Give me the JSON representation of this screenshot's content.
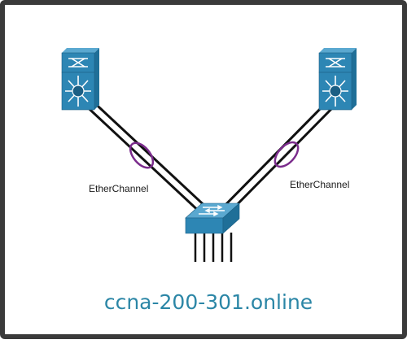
{
  "diagram": {
    "nodes": [
      {
        "id": "multilayer-switch-left",
        "type": "multilayer-switch",
        "icon": "multilayer-switch-icon"
      },
      {
        "id": "multilayer-switch-right",
        "type": "multilayer-switch",
        "icon": "multilayer-switch-icon"
      },
      {
        "id": "access-switch",
        "type": "workgroup-switch",
        "icon": "workgroup-switch-icon"
      }
    ],
    "links": [
      {
        "from": "multilayer-switch-left",
        "to": "access-switch",
        "label": "EtherChannel"
      },
      {
        "from": "multilayer-switch-right",
        "to": "access-switch",
        "label": "EtherChannel"
      }
    ],
    "labels": {
      "left_link": "EtherChannel",
      "right_link": "EtherChannel"
    },
    "watermark": "ccna-200-301.online"
  },
  "colors": {
    "device_blue": "#2d86b4",
    "device_dark": "#1f6f98",
    "device_light": "#5aa8d0",
    "etherchannel_ring": "#7b2c8c",
    "link": "#111111",
    "watermark": "#2b86a6"
  }
}
